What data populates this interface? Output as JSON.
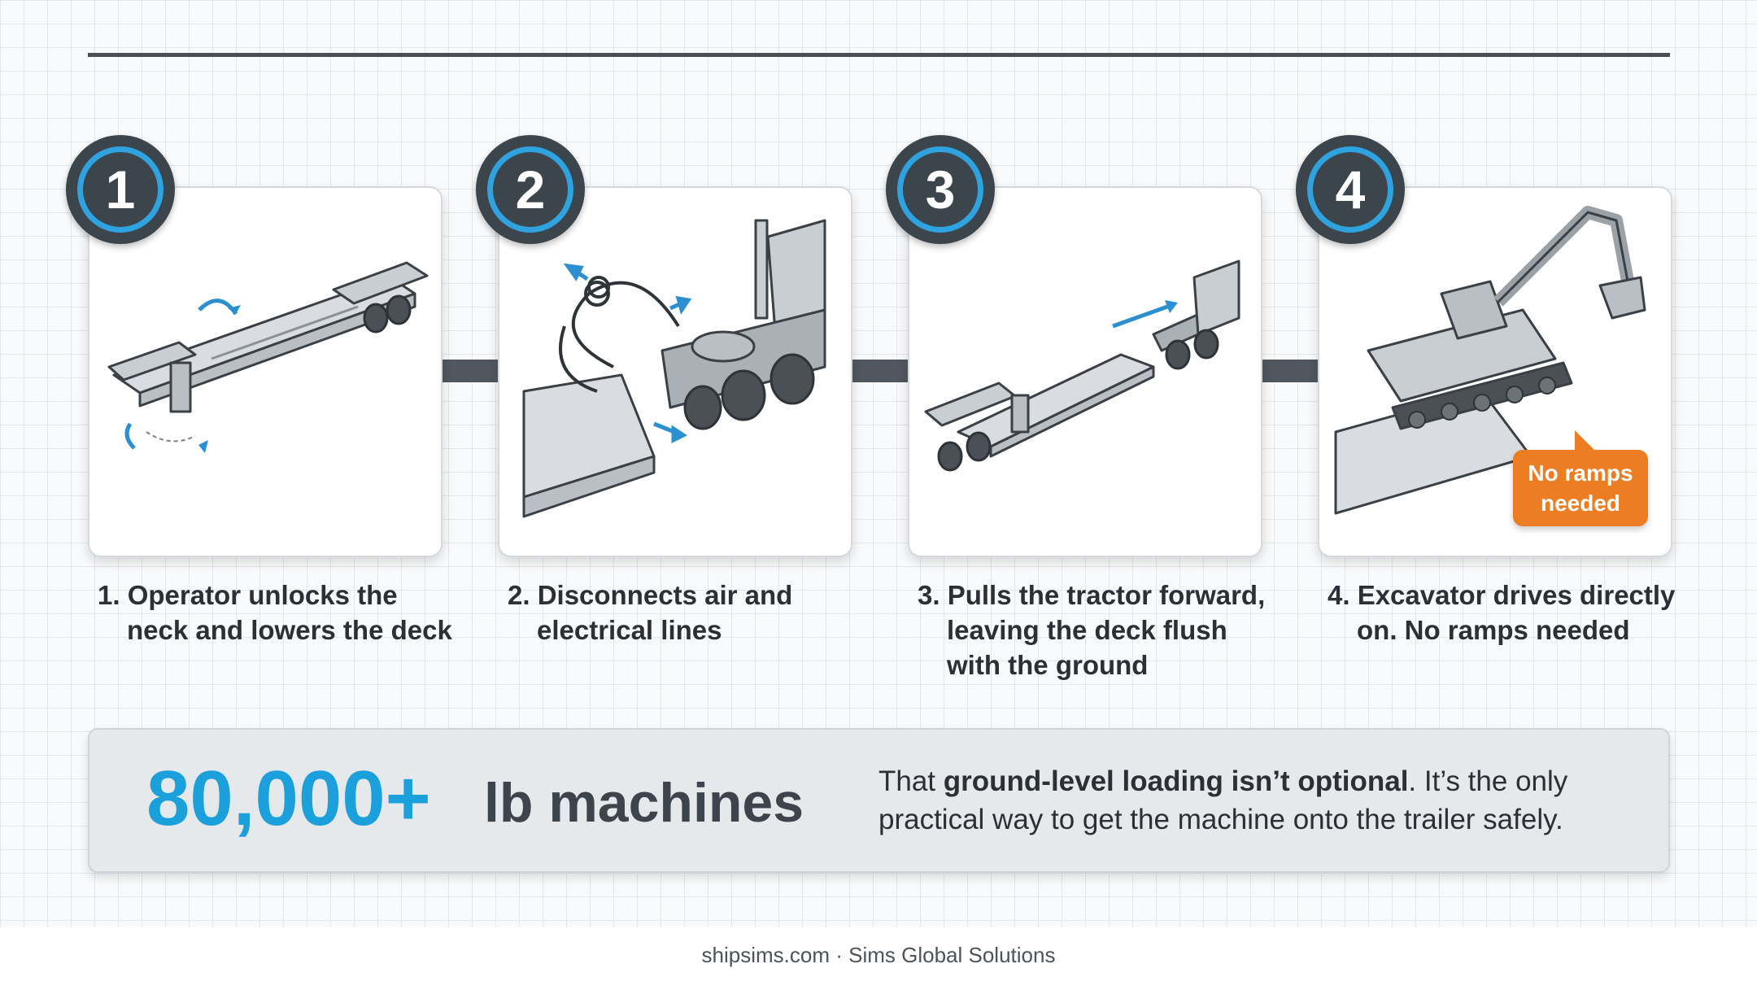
{
  "steps": [
    {
      "number": "1",
      "caption": "1. Operator unlocks the neck and lowers the deck"
    },
    {
      "number": "2",
      "caption": "2. Disconnects air and electrical lines"
    },
    {
      "number": "3",
      "caption": "3. Pulls the tractor forward, leaving the deck flush with the ground"
    },
    {
      "number": "4",
      "caption": "4. Excavator drives directly on. No ramps needed"
    }
  ],
  "callout": {
    "line1": "No ramps",
    "line2": "needed"
  },
  "stat": {
    "number": "80,000+",
    "unit": "lb machines",
    "text_before": "That ",
    "text_bold": "ground-level loading isn’t optional",
    "text_after": ". It’s the only practical way to get the machine onto the trailer safely."
  },
  "footer": "shipsims.com · Sims Global Solutions",
  "colors": {
    "accent_blue": "#2ea3e0",
    "badge_dark": "#3c444c",
    "callout_orange": "#ec7d22"
  }
}
